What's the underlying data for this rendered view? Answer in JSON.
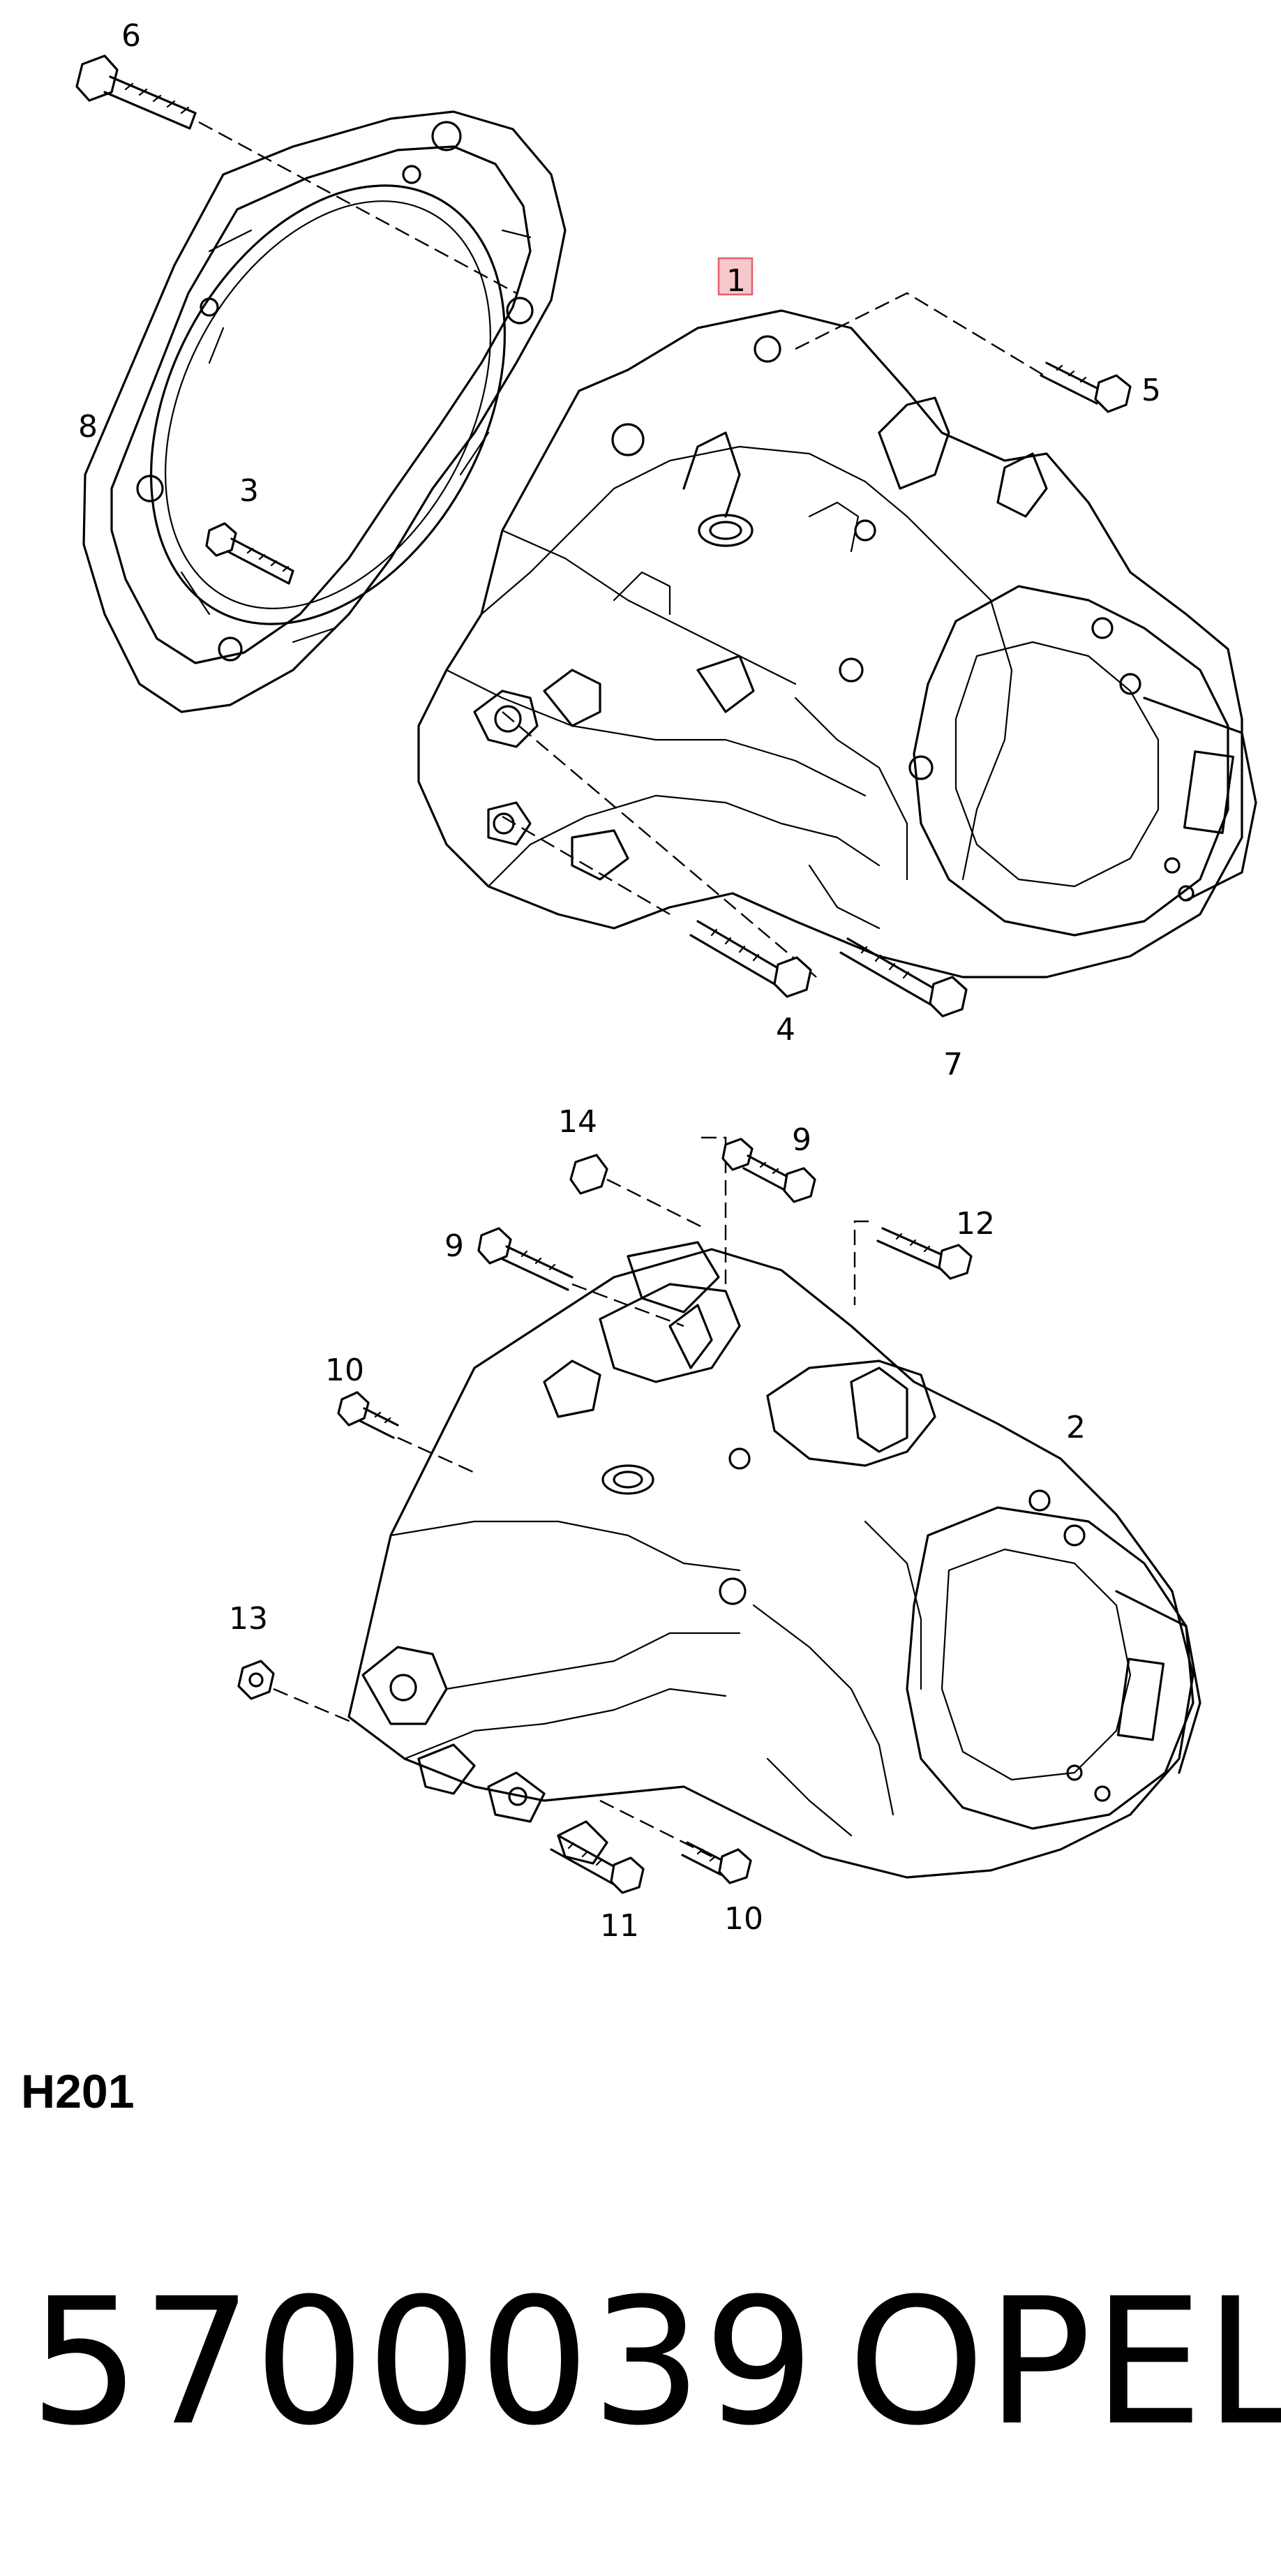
{
  "diagram": {
    "callouts": {
      "c1": "1",
      "c2": "2",
      "c3": "3",
      "c4": "4",
      "c5": "5",
      "c6": "6",
      "c7": "7",
      "c8": "8",
      "c9a": "9",
      "c9b": "9",
      "c10a": "10",
      "c10b": "10",
      "c11": "11",
      "c12": "12",
      "c13": "13",
      "c14": "14"
    },
    "highlight_color": "#f6c8cc"
  },
  "section_code": "H201",
  "part_number": "5700039",
  "brand": "OPEL"
}
